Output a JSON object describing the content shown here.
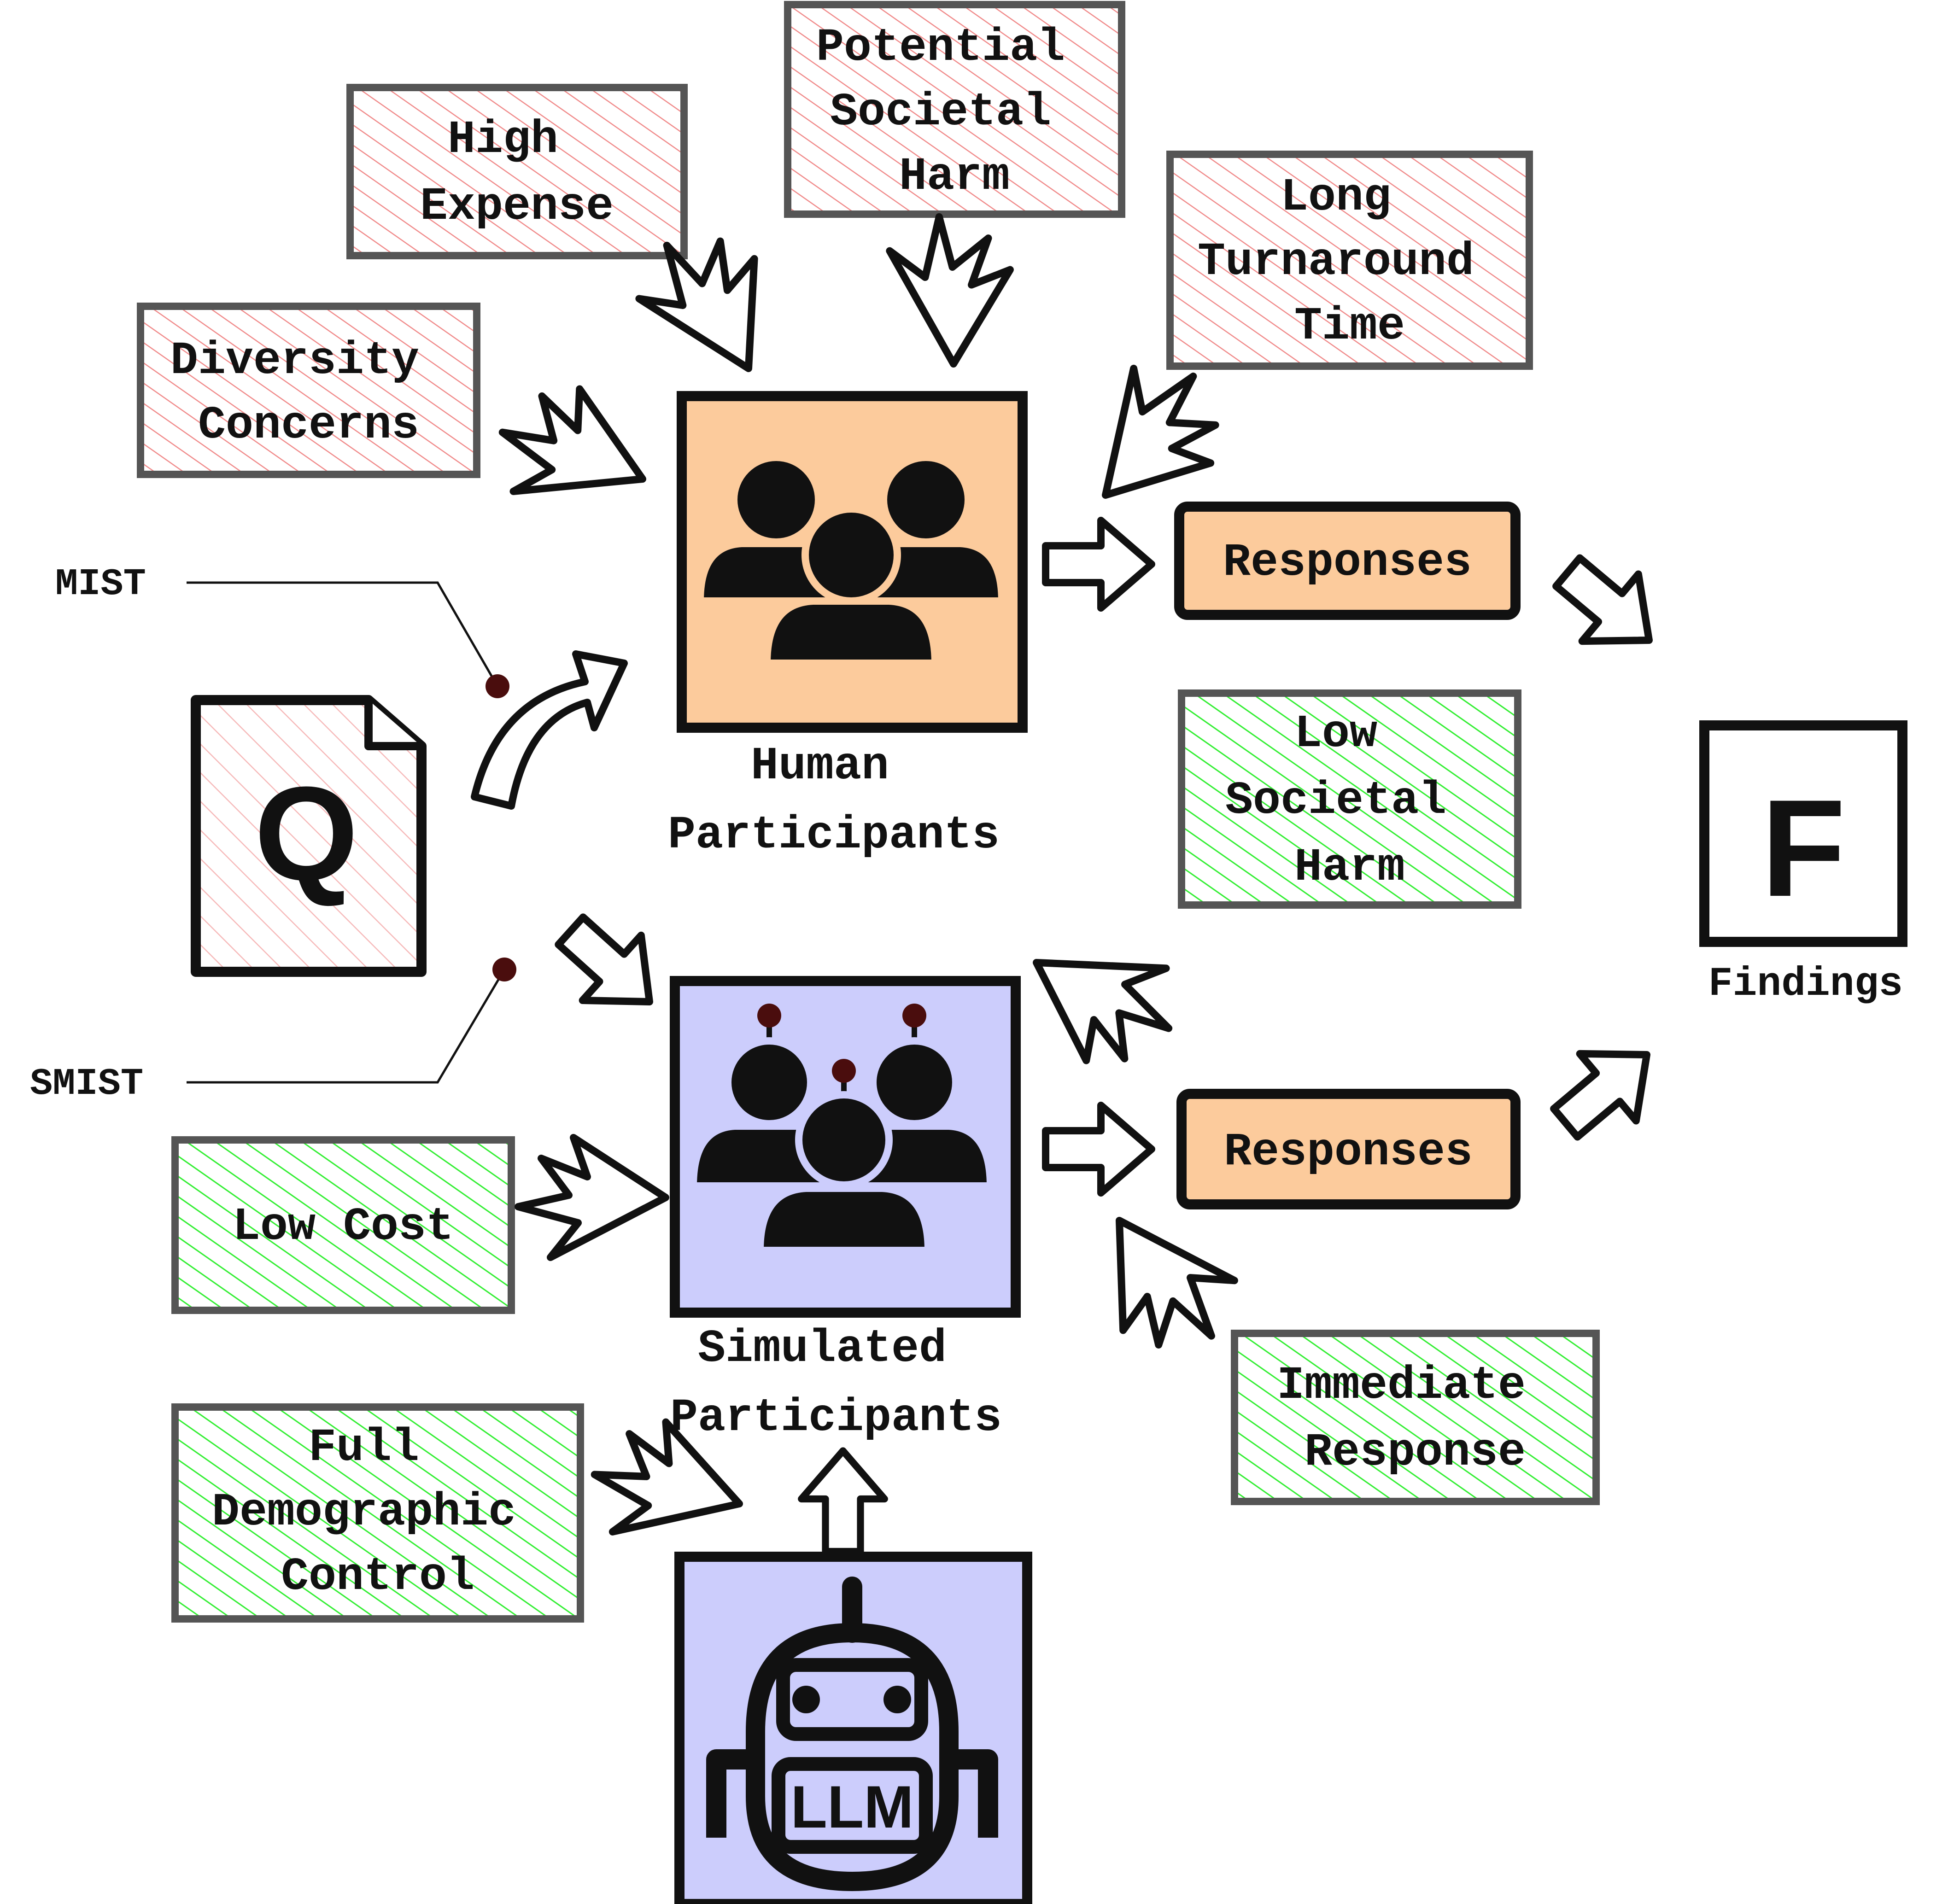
{
  "colors": {
    "cons_hatch": "#f08a8a",
    "pros_hatch": "#33ee33",
    "human_fill": "#fccb9c",
    "sim_fill": "#cccdfc",
    "response_fill": "#fccb9c",
    "q_hatch": "#f6b9b9",
    "outline": "#111111",
    "box_border": "#555555"
  },
  "cons": {
    "high_expense": [
      "High",
      "Expense"
    ],
    "potential_harm": [
      "Potential",
      "Societal",
      "Harm"
    ],
    "long_time": [
      "Long",
      "Turnaround",
      "Time"
    ],
    "diversity": [
      "Diversity",
      "Concerns"
    ]
  },
  "pros": {
    "low_harm": [
      "Low",
      "Societal",
      "Harm"
    ],
    "low_cost": [
      "Low Cost"
    ],
    "full_control": [
      "Full",
      "Demographic",
      "Control"
    ],
    "immediate": [
      "Immediate",
      "Response"
    ]
  },
  "nodes": {
    "human": [
      "Human",
      "Participants"
    ],
    "simulated": [
      "Simulated",
      "Participants"
    ],
    "responses_top": "Responses",
    "responses_bottom": "Responses",
    "q_letter": "Q",
    "f_letter": "F",
    "findings": "Findings",
    "llm": "LLM"
  },
  "annotations": {
    "mist": "MIST",
    "smist": "SMIST"
  },
  "icons": {
    "human": "people-group-icon",
    "simulated": "robot-group-icon",
    "llm": "robot-icon",
    "q": "document-icon"
  }
}
